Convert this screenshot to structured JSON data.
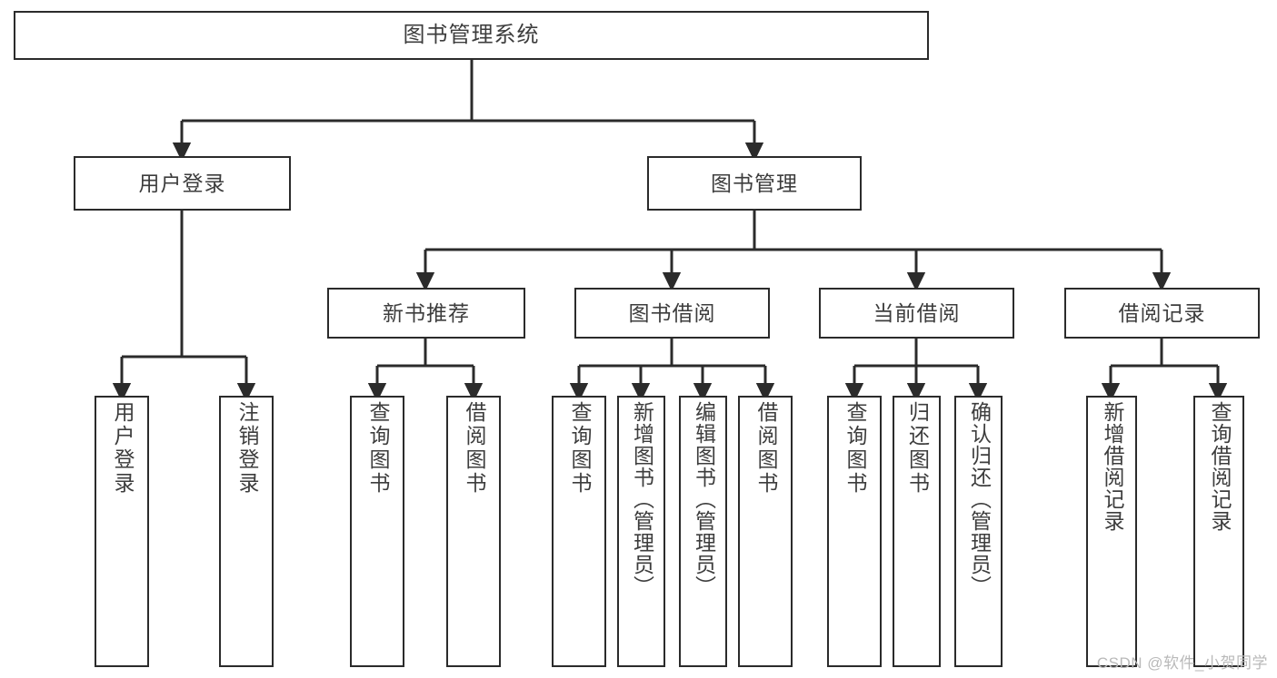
{
  "diagram": {
    "type": "tree-hierarchy",
    "title": "图书管理系统",
    "watermark": "CSDN @软件_小贺同学",
    "colors": {
      "stroke": "#2b2b2b",
      "node_fill": "#ffffff",
      "text": "#3d3d3d",
      "background": "#ffffff",
      "watermark": "#b9b9b9"
    },
    "nodes": {
      "root": {
        "label": "图书管理系统",
        "orientation": "horizontal"
      },
      "user_login": {
        "label": "用户登录",
        "orientation": "horizontal"
      },
      "book_manage": {
        "label": "图书管理",
        "orientation": "horizontal"
      },
      "new_book_rec": {
        "label": "新书推荐",
        "orientation": "horizontal"
      },
      "book_borrow": {
        "label": "图书借阅",
        "orientation": "horizontal"
      },
      "current_borrow": {
        "label": "当前借阅",
        "orientation": "horizontal"
      },
      "borrow_record": {
        "label": "借阅记录",
        "orientation": "horizontal"
      },
      "leaf_user_login": {
        "label": "用户登录",
        "orientation": "vertical"
      },
      "leaf_user_logout": {
        "label": "注销登录",
        "orientation": "vertical"
      },
      "leaf_query_book_1": {
        "label": "查询图书",
        "orientation": "vertical"
      },
      "leaf_borrow_book_1": {
        "label": "借阅图书",
        "orientation": "vertical"
      },
      "leaf_query_book_2": {
        "label": "查询图书",
        "orientation": "vertical"
      },
      "leaf_add_book": {
        "label": "新增图书（管理员）",
        "orientation": "vertical"
      },
      "leaf_edit_book": {
        "label": "编辑图书（管理员）",
        "orientation": "vertical"
      },
      "leaf_borrow_book_2": {
        "label": "借阅图书",
        "orientation": "vertical"
      },
      "leaf_query_book_3": {
        "label": "查询图书",
        "orientation": "vertical"
      },
      "leaf_return_book": {
        "label": "归还图书",
        "orientation": "vertical"
      },
      "leaf_confirm_return": {
        "label": "确认归还（管理员）",
        "orientation": "vertical"
      },
      "leaf_add_record": {
        "label": "新增借阅记录",
        "orientation": "vertical"
      },
      "leaf_query_record": {
        "label": "查询借阅记录",
        "orientation": "vertical"
      }
    },
    "edges": [
      {
        "from": "root",
        "to": "user_login"
      },
      {
        "from": "root",
        "to": "book_manage"
      },
      {
        "from": "user_login",
        "to": "leaf_user_login"
      },
      {
        "from": "user_login",
        "to": "leaf_user_logout"
      },
      {
        "from": "book_manage",
        "to": "new_book_rec"
      },
      {
        "from": "book_manage",
        "to": "book_borrow"
      },
      {
        "from": "book_manage",
        "to": "current_borrow"
      },
      {
        "from": "book_manage",
        "to": "borrow_record"
      },
      {
        "from": "new_book_rec",
        "to": "leaf_query_book_1"
      },
      {
        "from": "new_book_rec",
        "to": "leaf_borrow_book_1"
      },
      {
        "from": "book_borrow",
        "to": "leaf_query_book_2"
      },
      {
        "from": "book_borrow",
        "to": "leaf_add_book"
      },
      {
        "from": "book_borrow",
        "to": "leaf_edit_book"
      },
      {
        "from": "book_borrow",
        "to": "leaf_borrow_book_2"
      },
      {
        "from": "current_borrow",
        "to": "leaf_query_book_3"
      },
      {
        "from": "current_borrow",
        "to": "leaf_return_book"
      },
      {
        "from": "current_borrow",
        "to": "leaf_confirm_return"
      },
      {
        "from": "borrow_record",
        "to": "leaf_add_record"
      },
      {
        "from": "borrow_record",
        "to": "leaf_query_record"
      }
    ]
  }
}
